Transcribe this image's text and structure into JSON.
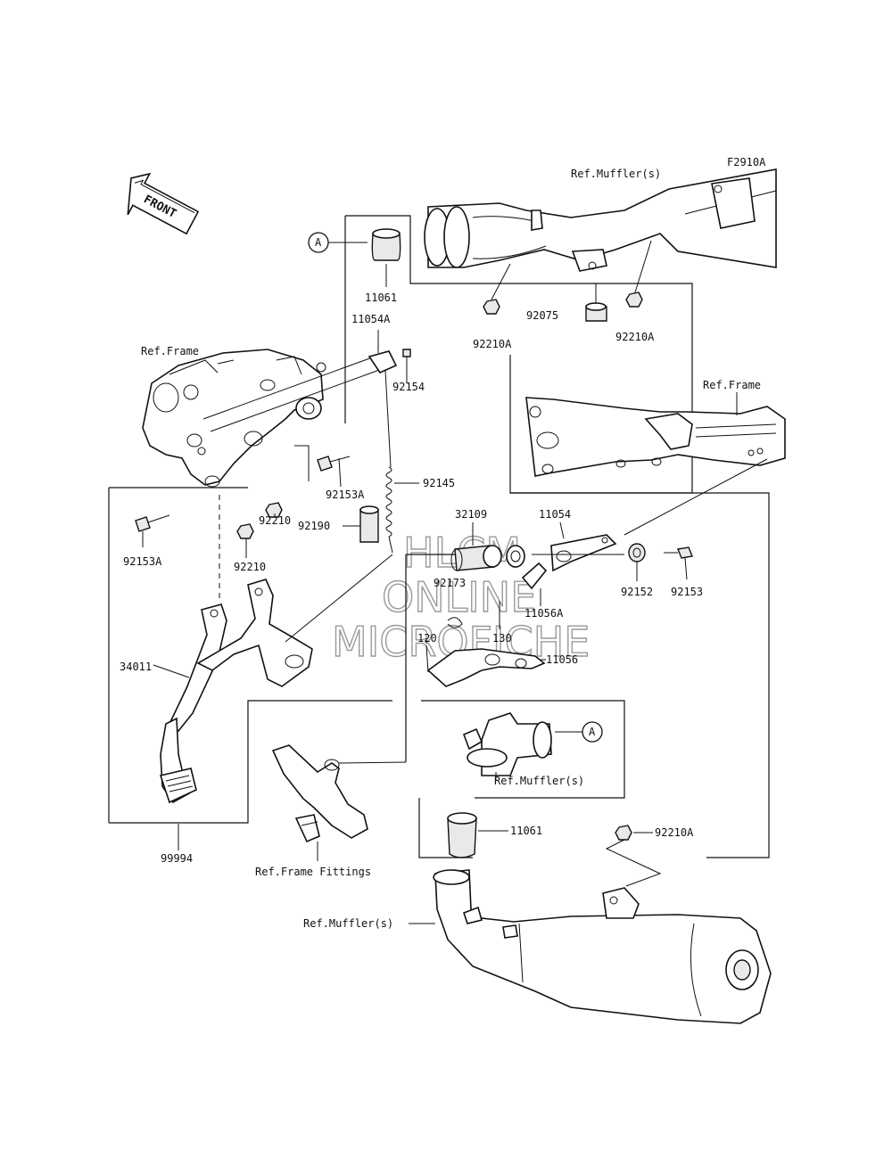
{
  "diagram_code": "F2910A",
  "front_arrow": "FRONT",
  "callout_ref": "A",
  "watermark": {
    "line1": "HLCM",
    "line2": "ONLINE",
    "line3": "MICROFICHE"
  },
  "labels": {
    "ref_muffler_top": "Ref.Muffler(s)",
    "ref_muffler_mid": "Ref.Muffler(s)",
    "ref_muffler_bottom": "Ref.Muffler(s)",
    "ref_frame_left": "Ref.Frame",
    "ref_frame_right": "Ref.Frame",
    "ref_frame_fittings": "Ref.Frame Fittings",
    "p11061_top": "11061",
    "p11061_bottom": "11061",
    "p11054a": "11054A",
    "p92154": "92154",
    "p92210a_1": "92210A",
    "p92210a_2": "92210A",
    "p92210a_3": "92210A",
    "p92075": "92075",
    "p92153a_1": "92153A",
    "p92153a_2": "92153A",
    "p92145": "92145",
    "p92190": "92190",
    "p92210_1": "92210",
    "p92210_2": "92210",
    "p32109": "32109",
    "p11054": "11054",
    "p92173": "92173",
    "p92152": "92152",
    "p92153": "92153",
    "p11056a": "11056A",
    "p120": "120",
    "p130": "130",
    "p11056": "11056",
    "p34011": "34011",
    "p99994": "99994"
  }
}
